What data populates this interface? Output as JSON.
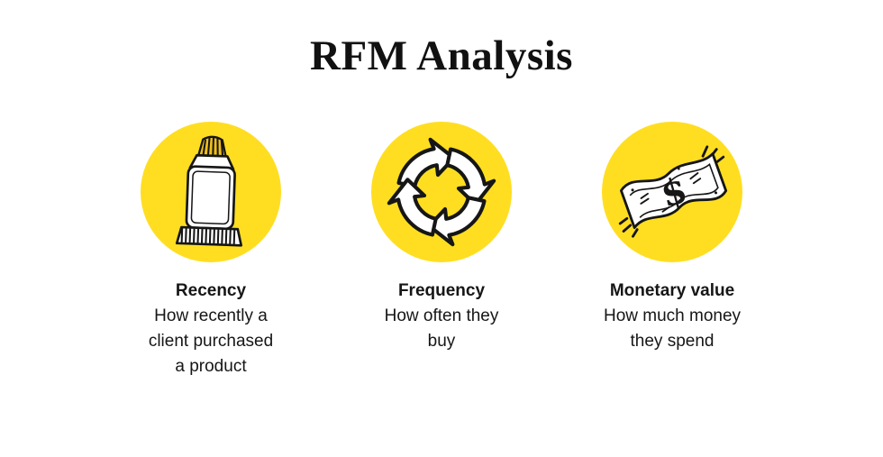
{
  "page": {
    "title": "RFM Analysis",
    "background_color": "#ffffff",
    "accent_yellow": "#FFDE21",
    "ink_color": "#161616",
    "cap_gold": "#EFBF1C"
  },
  "items": [
    {
      "heading": "Recency",
      "description": "How recently a\nclient purchased\na product",
      "icon": "toothpaste-tube-icon"
    },
    {
      "heading": "Frequency",
      "description": "How often they\nbuy",
      "icon": "cycle-arrows-icon"
    },
    {
      "heading": "Monetary value",
      "description": "How much money\nthey spend",
      "icon": "dollar-bill-icon"
    }
  ]
}
